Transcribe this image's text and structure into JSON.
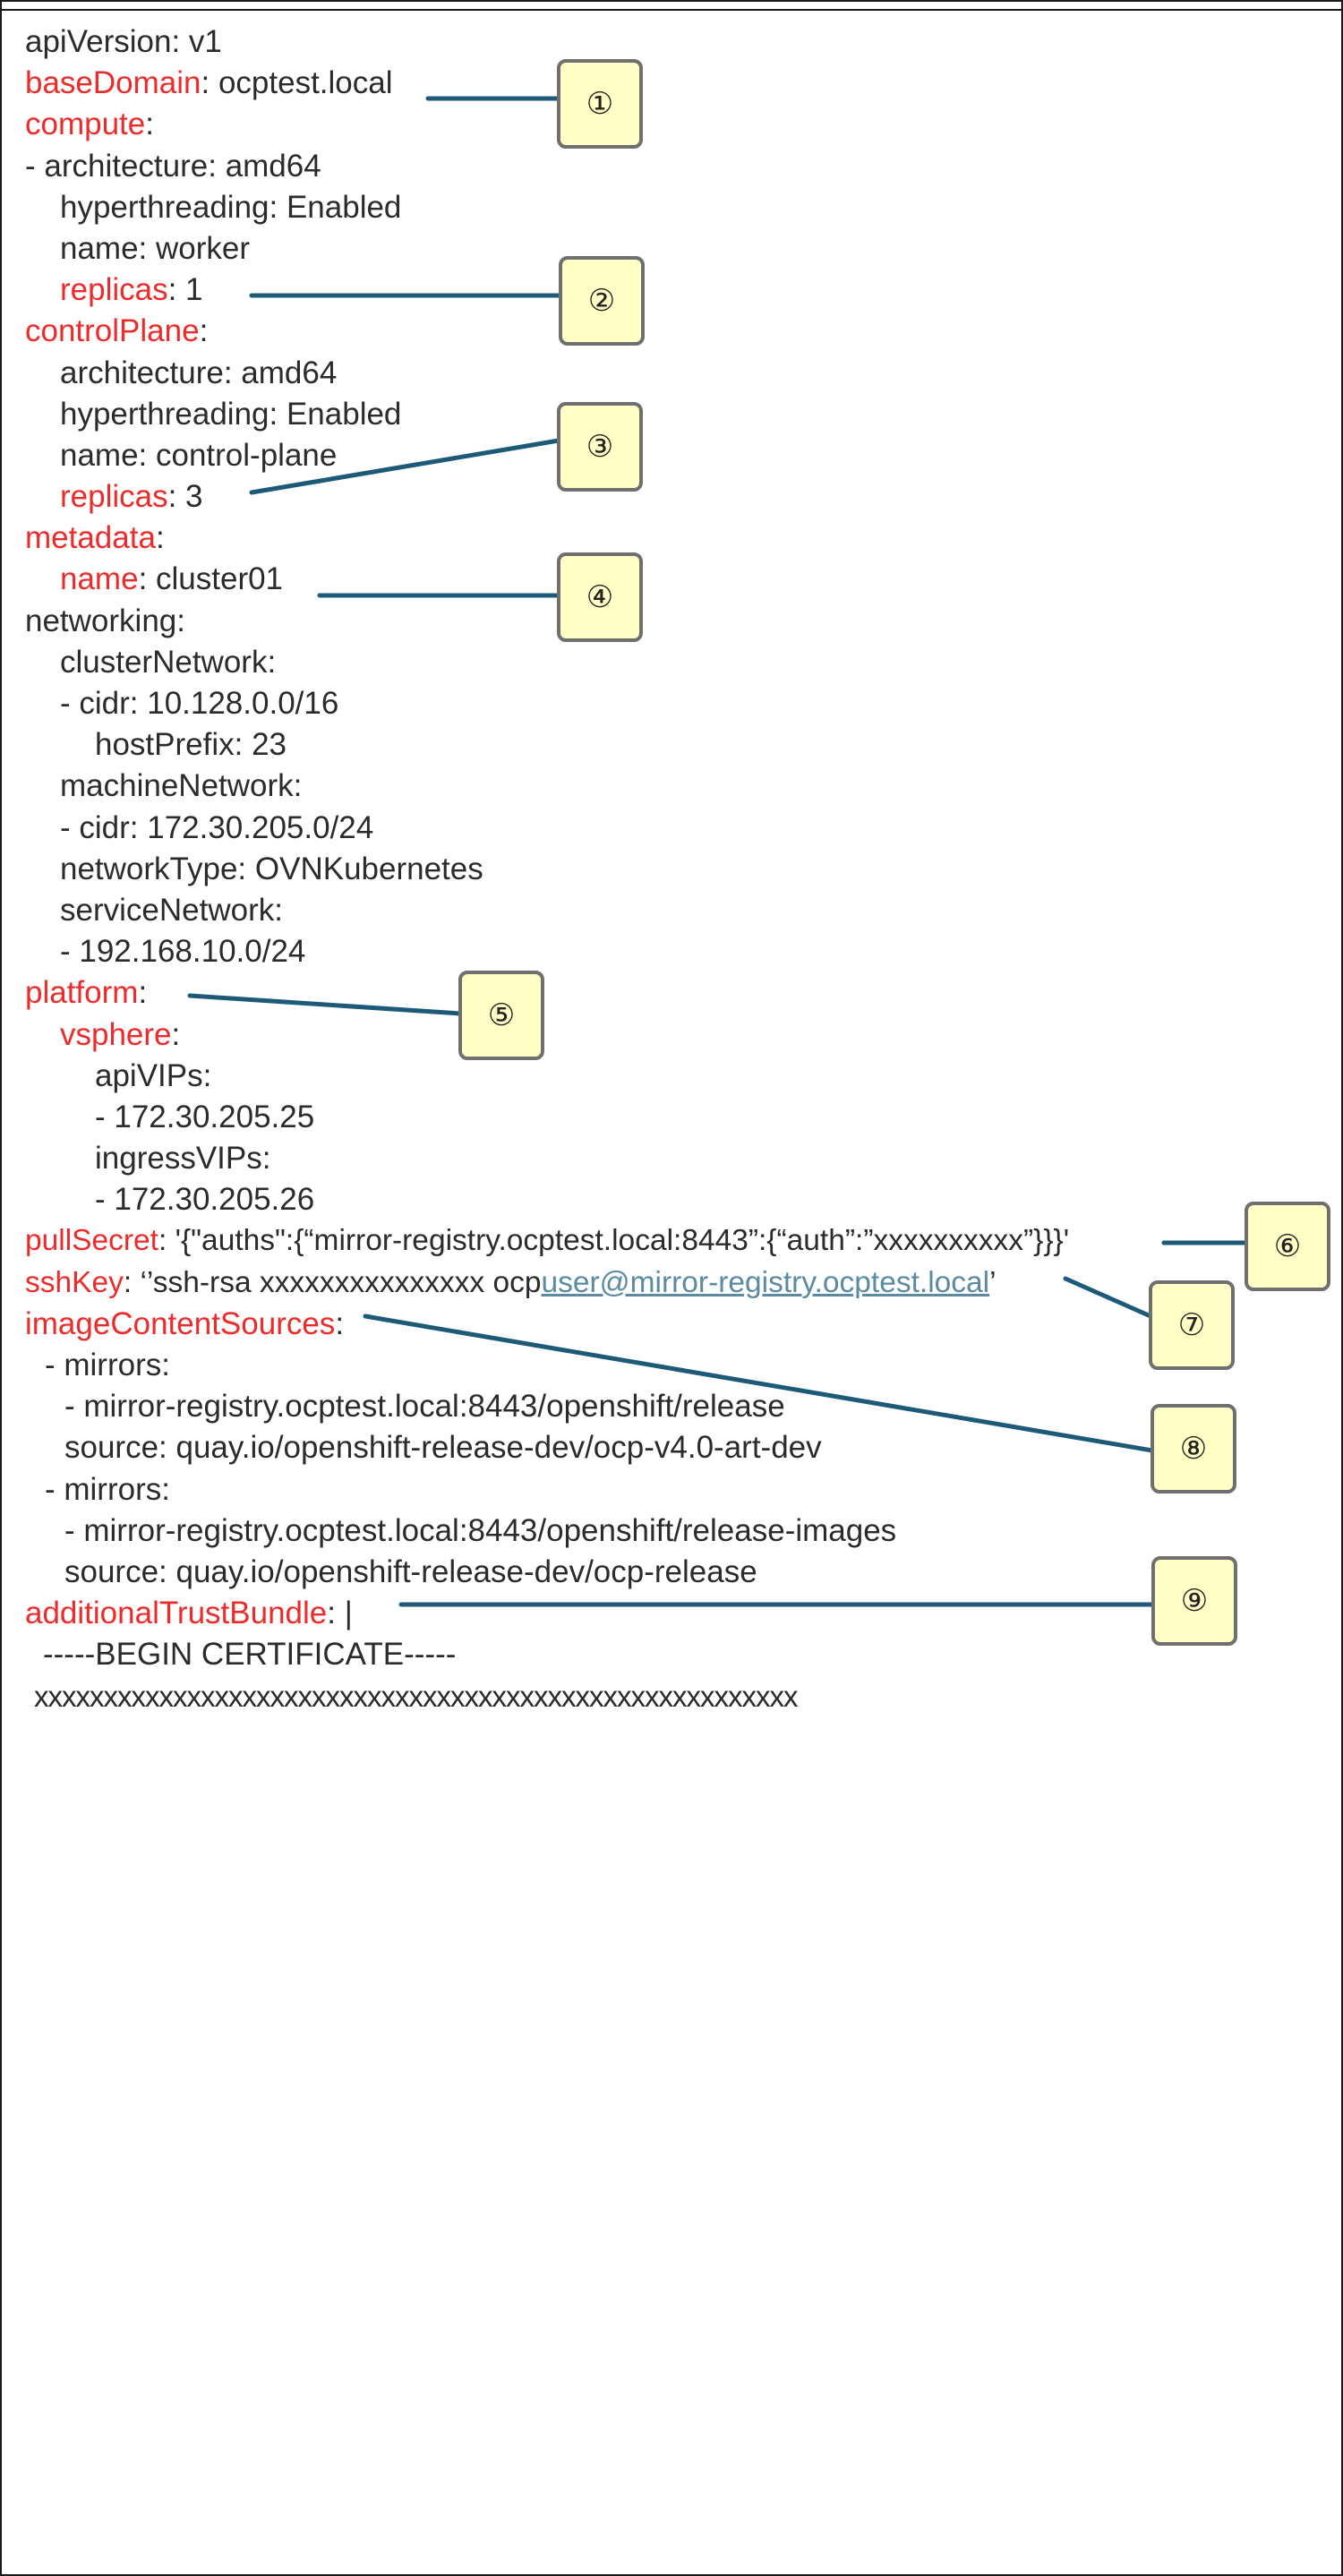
{
  "yaml": {
    "l1": {
      "text": "apiVersion: v1"
    },
    "l2": {
      "key": "baseDomain",
      "rest": ": ocptest.local"
    },
    "l3": {
      "key": "compute",
      "rest": ":"
    },
    "l4": {
      "text": "- architecture: amd64"
    },
    "l5": {
      "text": "hyperthreading: Enabled"
    },
    "l6": {
      "text": "name: worker"
    },
    "l7": {
      "key": "replicas",
      "rest": ": 1"
    },
    "l8": {
      "key": "controlPlane",
      "rest": ":"
    },
    "l9": {
      "text": "architecture: amd64"
    },
    "l10": {
      "text": "hyperthreading: Enabled"
    },
    "l11": {
      "text": "name: control-plane"
    },
    "l12": {
      "key": "replicas",
      "rest": ": 3"
    },
    "l13": {
      "key": "metadata",
      "rest": ":"
    },
    "l14": {
      "key": "name",
      "rest": ": cluster01"
    },
    "l15": {
      "text": "networking:"
    },
    "l16": {
      "text": "clusterNetwork:"
    },
    "l17": {
      "text": "- cidr: 10.128.0.0/16"
    },
    "l18": {
      "text": "hostPrefix: 23"
    },
    "l19": {
      "text": "machineNetwork:"
    },
    "l20": {
      "text": "- cidr: 172.30.205.0/24"
    },
    "l21": {
      "text": "networkType: OVNKubernetes"
    },
    "l22": {
      "text": "serviceNetwork:"
    },
    "l23": {
      "text": "- 192.168.10.0/24"
    },
    "l24": {
      "key": "platform",
      "rest": ":"
    },
    "l25": {
      "key": "vsphere",
      "rest": ":"
    },
    "l26": {
      "text": "apiVIPs:"
    },
    "l27": {
      "text": "- 172.30.205.25"
    },
    "l28": {
      "text": "ingressVIPs:"
    },
    "l29": {
      "text": "- 172.30.205.26"
    },
    "l30": {
      "key": "pullSecret",
      "rest": ": '{\"auths\":{“mirror-registry.ocptest.local:8443”:{“auth”:”xxxxxxxxxx”}}}'"
    },
    "l31": {
      "key": "sshKey",
      "rest": ": ‘’ssh-rsa xxxxxxxxxxxxxxx ocp",
      "link": "user@mirror-registry.ocptest.local",
      "tail": "’"
    },
    "l32": {
      "key": "imageContentSources",
      "rest": ":"
    },
    "l33": {
      "text": "- mirrors:"
    },
    "l34": {
      "text": "- mirror-registry.ocptest.local:8443/openshift/release"
    },
    "l35": {
      "text": "source: quay.io/openshift-release-dev/ocp-v4.0-art-dev"
    },
    "l36": {
      "text": "- mirrors:"
    },
    "l37": {
      "text": "- mirror-registry.ocptest.local:8443/openshift/release-images"
    },
    "l38": {
      "text": "source: quay.io/openshift-release-dev/ocp-release"
    },
    "l39": {
      "key": "additionalTrustBundle",
      "rest": ": |"
    },
    "l40": {
      "text": "-----BEGIN CERTIFICATE-----"
    },
    "l41": {
      "text": "xxxxxxxxxxxxxxxxxxxxxxxxxxxxxxxxxxxxxxxxxxxxxxxxxxxxxxx"
    }
  },
  "callouts": [
    {
      "label": "①"
    },
    {
      "label": "②"
    },
    {
      "label": "③"
    },
    {
      "label": "④"
    },
    {
      "label": "⑤"
    },
    {
      "label": "⑥"
    },
    {
      "label": "⑦"
    },
    {
      "label": "⑧"
    },
    {
      "label": "⑨"
    }
  ],
  "colors": {
    "key_red": "#ee2b2b",
    "text": "#2b2b2b",
    "leader_line": "#1c5a78",
    "callout_fill": "#ffffc6",
    "callout_border": "#6f6f6f",
    "link": "#5a8ba0"
  }
}
